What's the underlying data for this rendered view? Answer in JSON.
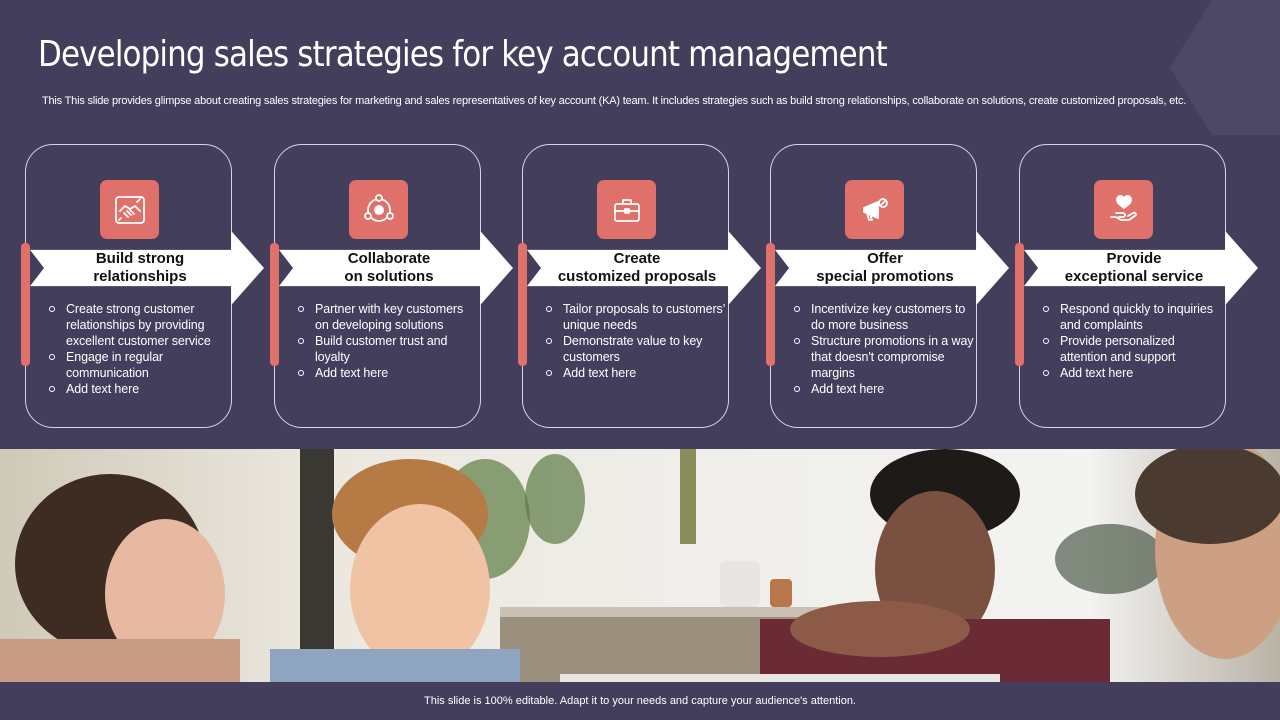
{
  "title": "Developing sales strategies for key account management",
  "subtitle": "This This slide provides glimpse about creating sales strategies for marketing and sales representatives of key account (KA) team. It includes strategies such as build strong relationships, collaborate on solutions, create customized proposals, etc.",
  "accent_color": "#e0716a",
  "background_color": "#433e5b",
  "cards": [
    {
      "icon": "handshake-icon",
      "title_line1": "Build strong",
      "title_line2": "relationships",
      "bullets": [
        "Create strong customer relationships by providing excellent customer service",
        "Engage in regular communication",
        "Add text here"
      ]
    },
    {
      "icon": "team-gear-icon",
      "title_line1": "Collaborate",
      "title_line2": "on solutions",
      "bullets": [
        "Partner with key customers on developing solutions",
        "Build customer trust and loyalty",
        "Add text here"
      ]
    },
    {
      "icon": "briefcase-icon",
      "title_line1": "Create",
      "title_line2": "customized proposals",
      "bullets": [
        "Tailor proposals to customers’ unique needs",
        "Demonstrate value to key customers",
        "Add text here"
      ]
    },
    {
      "icon": "megaphone-icon",
      "title_line1": "Offer",
      "title_line2": "special promotions",
      "bullets": [
        "Incentivize key customers to do more business",
        "Structure promotions in a way that doesn't compromise margins",
        "Add text here"
      ]
    },
    {
      "icon": "hand-heart-icon",
      "title_line1": "Provide",
      "title_line2": "exceptional service",
      "bullets": [
        "Respond quickly to inquiries and complaints",
        "Provide personalized attention and support",
        "Add text here"
      ]
    }
  ],
  "footer": "This slide is 100% editable. Adapt it to your needs and capture your audience's attention."
}
